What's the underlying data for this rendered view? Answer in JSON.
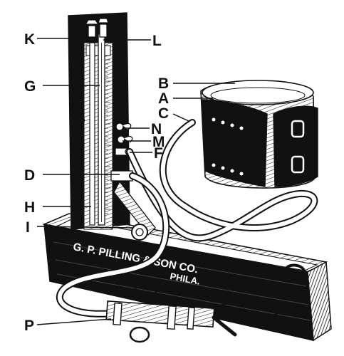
{
  "labels": {
    "K": "K",
    "L": "L",
    "G": "G",
    "B": "B",
    "A": "A",
    "C": "C",
    "N": "N",
    "M": "M",
    "F": "F",
    "D": "D",
    "H": "H",
    "I": "I",
    "P": "P"
  },
  "box_text": {
    "line1": "G. P. PILLING & SON CO.",
    "line2": "PHILA."
  },
  "colors": {
    "ink": "#111111",
    "paper": "#ffffff"
  }
}
